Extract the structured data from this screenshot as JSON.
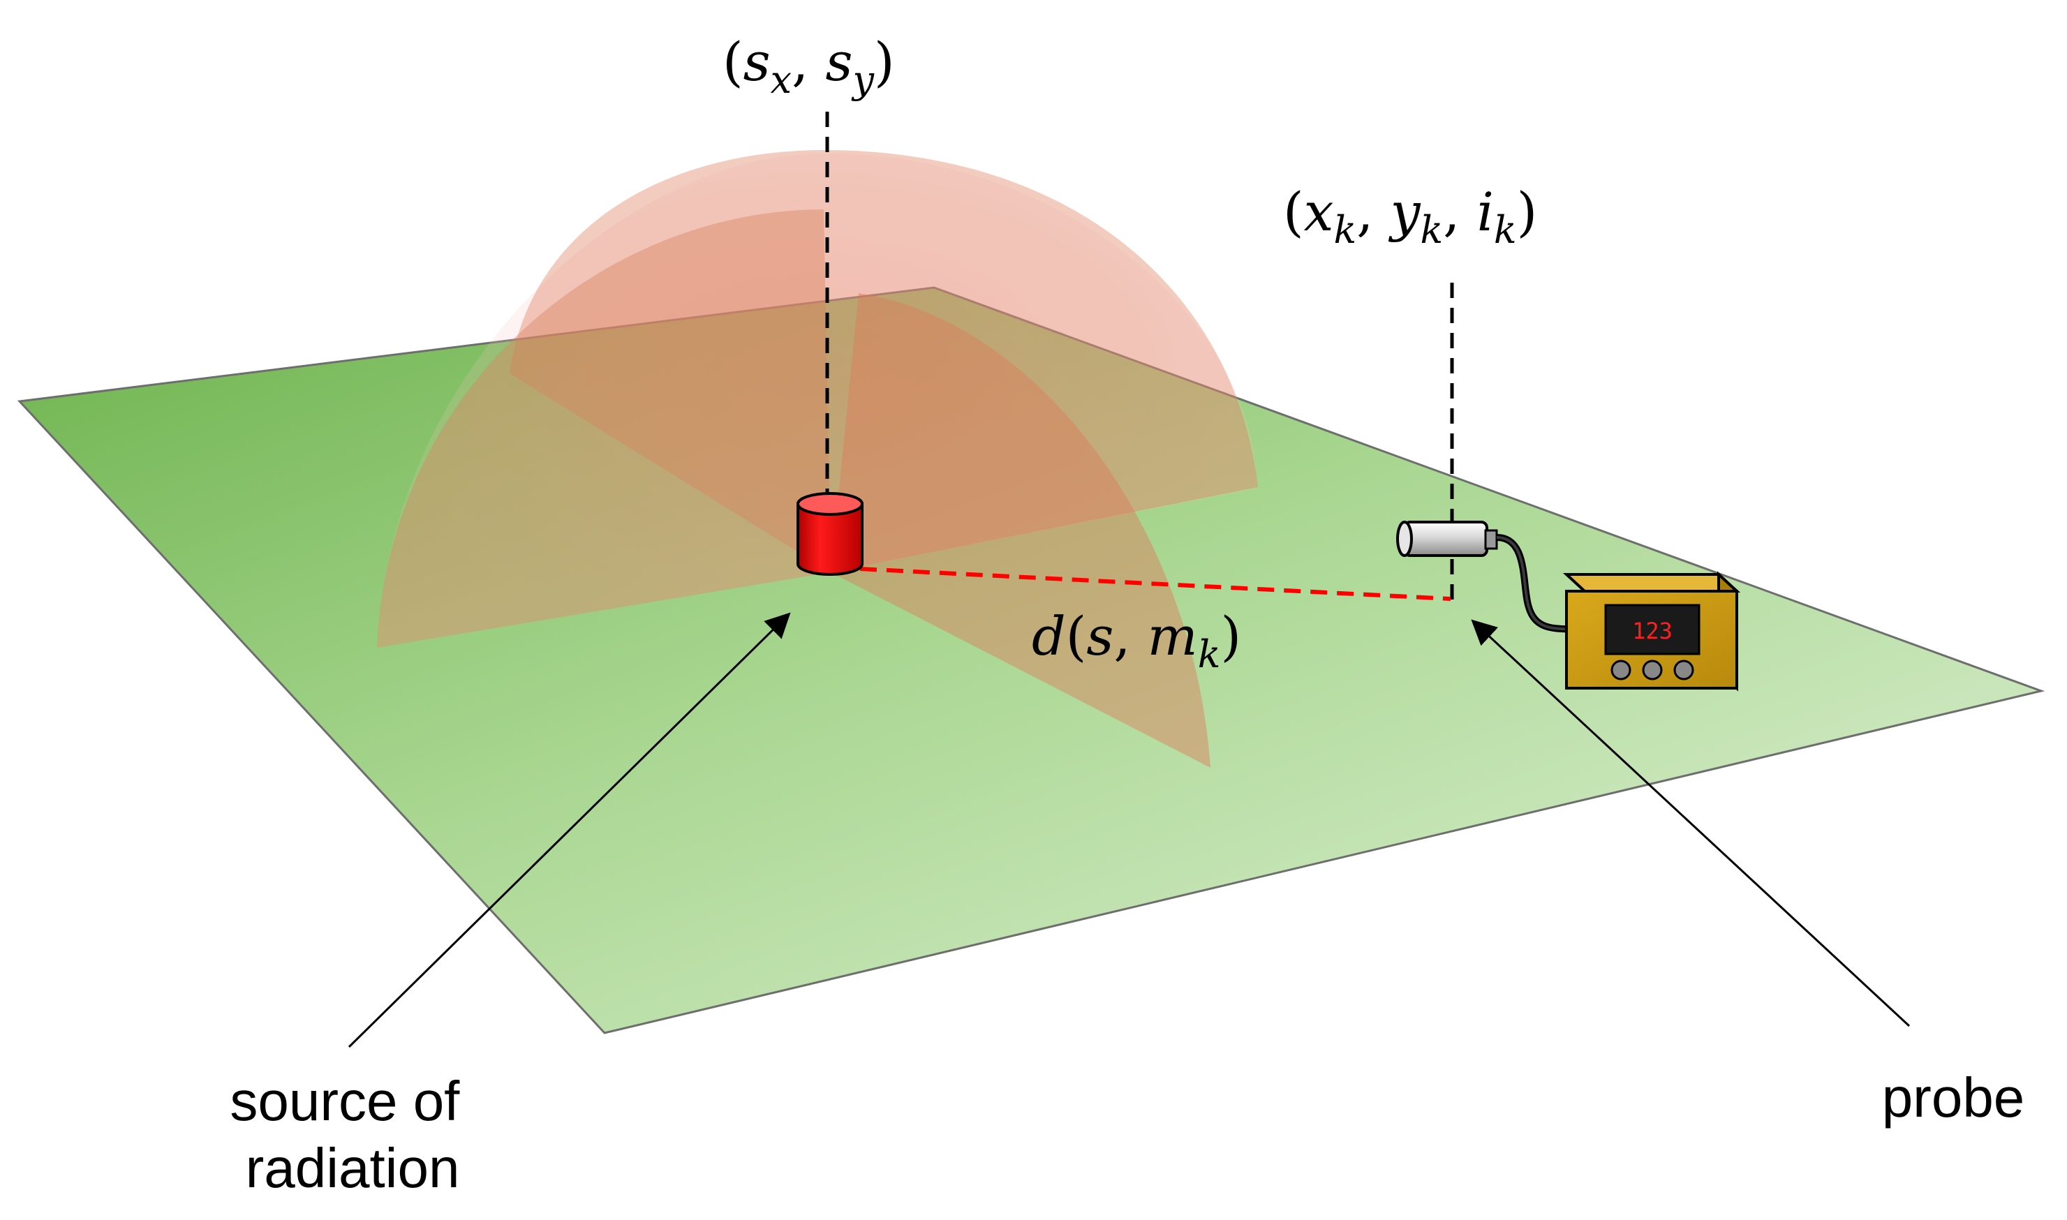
{
  "source_coord": {
    "open": "(",
    "var1": "s",
    "sub1": "x",
    "comma": ", ",
    "var2": "s",
    "sub2": "y",
    "close": ")"
  },
  "probe_coord": {
    "open": "(",
    "var1": "x",
    "sub1": "k",
    "comma1": ", ",
    "var2": "y",
    "sub2": "k",
    "comma2": ", ",
    "var3": "i",
    "sub3": "k",
    "close": ")"
  },
  "distance_label": {
    "fn": "d",
    "open": "(",
    "arg1": "s",
    "comma": ", ",
    "arg2": "m",
    "sub2": "k",
    "close": ")"
  },
  "source_caption": {
    "line1": "source of",
    "line2": "radiation"
  },
  "probe_caption": "probe",
  "meter_display": "123",
  "colors": {
    "plane_light": "#d6ebcc",
    "plane_dark": "#7dbb5e",
    "plane_edge": "#6e6e6e",
    "radiation_field": "#f28c8c",
    "source_red": "#e00000",
    "distance_line": "#ff0000",
    "meter_body": "#c89a14",
    "meter_screen": "#1a1a1a",
    "meter_digits": "#ff2020"
  },
  "icons": [
    "radiation-source-cylinder-icon",
    "probe-sensor-icon",
    "radiation-meter-icon"
  ]
}
